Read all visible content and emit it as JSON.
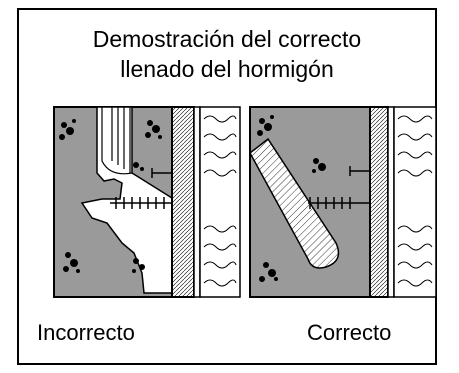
{
  "title": {
    "line1": "Demostración del correcto",
    "line2": "llenado del hormigón"
  },
  "panels": {
    "left": {
      "caption": "Incorrecto"
    },
    "right": {
      "caption": "Correcto"
    }
  },
  "colors": {
    "concrete": "#9a9a9a",
    "ink": "#000000",
    "background": "#ffffff"
  }
}
